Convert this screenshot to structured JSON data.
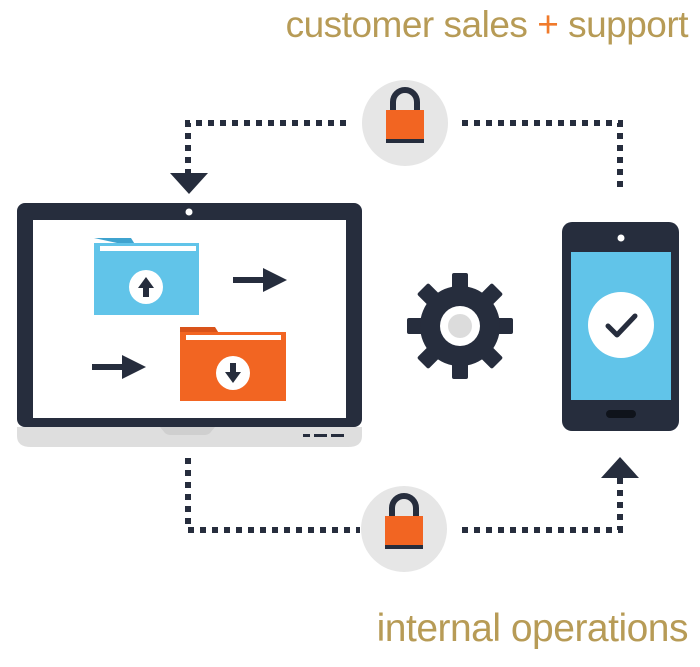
{
  "header": {
    "text_part1": "customer sales",
    "plus_sign": "+",
    "text_part2": "support"
  },
  "footer": {
    "text": "internal operations"
  },
  "icons": {
    "top_lock": "padlock-icon",
    "bottom_lock": "padlock-icon",
    "gear": "gear-icon",
    "upload_folder": "folder-upload-icon",
    "download_folder": "folder-download-icon",
    "check": "checkmark-icon"
  },
  "colors": {
    "navy": "#262d3d",
    "orange": "#f26522",
    "blue": "#61c4e9",
    "gold": "#b79b56",
    "gray_circle": "#e6e6e6"
  }
}
